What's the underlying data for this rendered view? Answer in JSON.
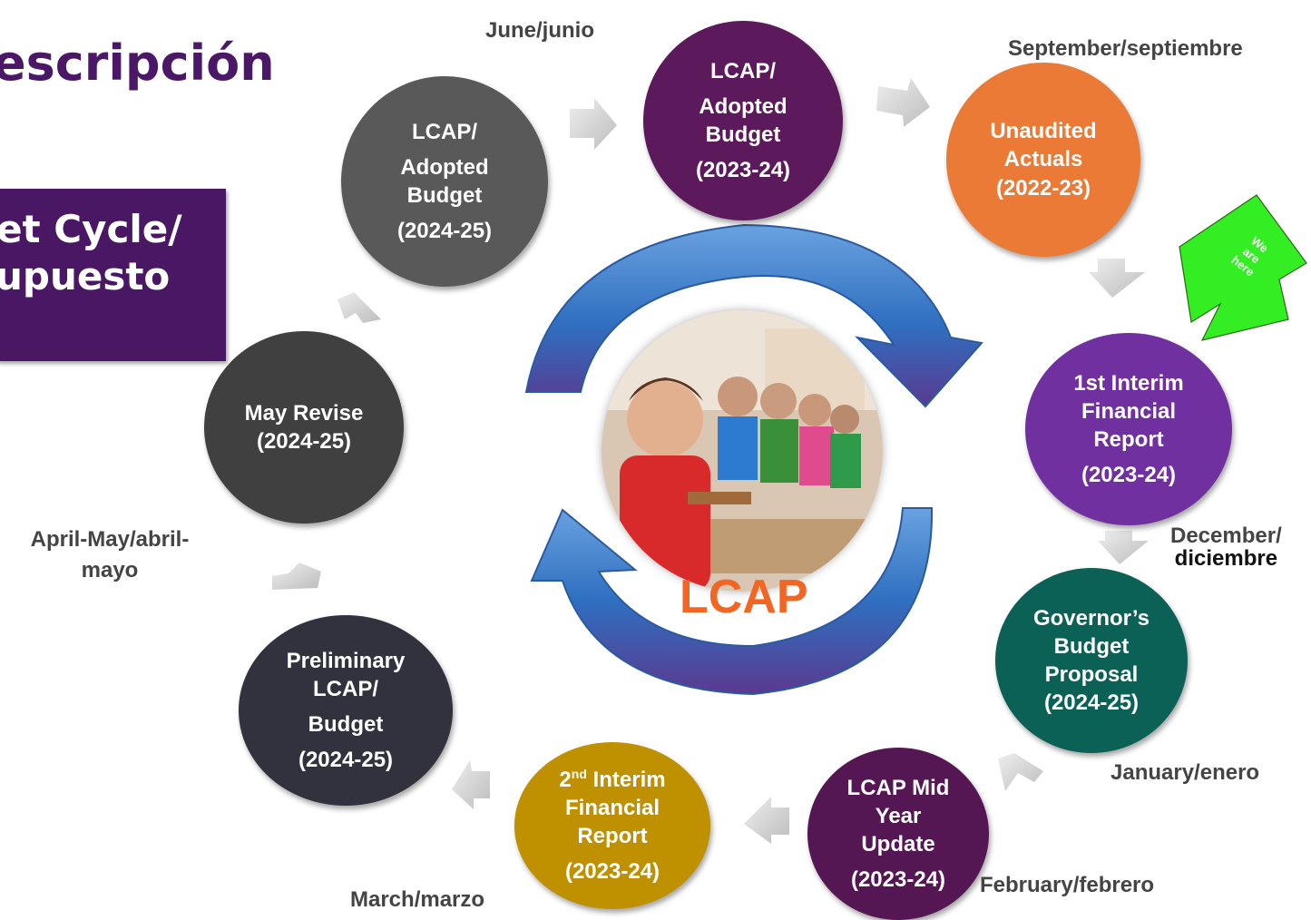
{
  "title": "escripción",
  "cycle_box": {
    "line1": "get Cycle/",
    "line2": "supuesto"
  },
  "center_label": "LCAP",
  "here_arrow": {
    "line1": "We",
    "line2": "are",
    "line3": "here",
    "color": "#33ee22"
  },
  "nodes": {
    "june": {
      "l1": "LCAP/",
      "l2": "Adopted",
      "l3": "Budget",
      "l4": "(2023-24)",
      "color": "#5c1a5c"
    },
    "september": {
      "l1": "Unaudited",
      "l2": "Actuals",
      "l3": "(2022-23)",
      "color": "#ea7a36"
    },
    "december": {
      "l1": "1st Interim",
      "l2": "Financial",
      "l3": "Report",
      "l4": "(2023-24)",
      "color": "#7030a0"
    },
    "january": {
      "l1": "Governor’s",
      "l2": "Budget",
      "l3": "Proposal",
      "l4": "(2024-25)",
      "color": "#0b6155"
    },
    "february": {
      "l1": "LCAP Mid",
      "l2": "Year",
      "l3": "Update",
      "l4": "(2023-24)",
      "color": "#551654"
    },
    "march": {
      "l1a": "2",
      "l1sup": "nd",
      "l1b": " Interim",
      "l2": "Financial",
      "l3": "Report",
      "l4": "(2023-24)",
      "color": "#bf9000"
    },
    "preliminary": {
      "l1": "Preliminary",
      "l2": "LCAP/",
      "l3": "Budget",
      "l4": "(2024-25)",
      "color": "#32323f"
    },
    "may": {
      "l1": "May Revise",
      "l2": "(2024-25)",
      "color": "#404040"
    },
    "adopted_next": {
      "l1": "LCAP/",
      "l2": "Adopted",
      "l3": "Budget",
      "l4": "(2024-25)",
      "color": "#595959"
    }
  },
  "months": {
    "june": "June/junio",
    "september": "September/septiembre",
    "december_l1": "December/",
    "december_l2": "diciembre",
    "january": "January/enero",
    "february": "February/febrero",
    "march": "March/marzo",
    "april_l1": "April-May/abril-",
    "april_l2": "mayo"
  }
}
